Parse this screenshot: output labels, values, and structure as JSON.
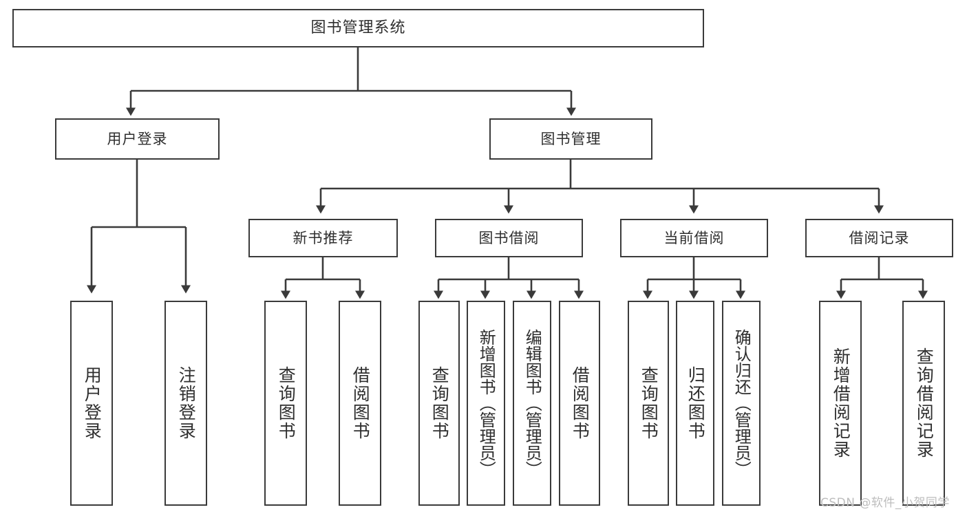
{
  "diagram": {
    "title_node": {
      "label": "图书管理系统"
    },
    "level1": [
      {
        "id": "user-login",
        "label": "用户登录"
      },
      {
        "id": "book-management",
        "label": "图书管理"
      }
    ],
    "level2": [
      {
        "id": "new-book-recommend",
        "label": "新书推荐"
      },
      {
        "id": "book-borrow",
        "label": "图书借阅"
      },
      {
        "id": "current-borrow",
        "label": "当前借阅"
      },
      {
        "id": "borrow-record",
        "label": "借阅记录"
      }
    ],
    "leaves": {
      "user_login": [
        {
          "id": "leaf-user-login",
          "label": "用户登录"
        },
        {
          "id": "leaf-logout-login",
          "label": "注销登录"
        }
      ],
      "new_book_recommend": [
        {
          "id": "leaf-query-book-1",
          "label": "查询图书"
        },
        {
          "id": "leaf-borrow-book-1",
          "label": "借阅图书"
        }
      ],
      "book_borrow": [
        {
          "id": "leaf-query-book-2",
          "label": "查询图书"
        },
        {
          "id": "leaf-add-book",
          "label": "新增图书（管理员）"
        },
        {
          "id": "leaf-edit-book",
          "label": "编辑图书（管理员）"
        },
        {
          "id": "leaf-borrow-book-2",
          "label": "借阅图书"
        }
      ],
      "current_borrow": [
        {
          "id": "leaf-query-book-3",
          "label": "查询图书"
        },
        {
          "id": "leaf-return-book",
          "label": "归还图书"
        },
        {
          "id": "leaf-confirm-return",
          "label": "确认归还（管理员）"
        }
      ],
      "borrow_record": [
        {
          "id": "leaf-add-record",
          "label": "新增借阅记录"
        },
        {
          "id": "leaf-query-record",
          "label": "查询借阅记录"
        }
      ]
    }
  },
  "watermark": {
    "text": "CSDN @软件_小贺同学"
  },
  "colors": {
    "stroke": "#3a3a3a",
    "text": "#2e2e2e",
    "background": "#ffffff",
    "watermark": "#bdbdbd"
  }
}
